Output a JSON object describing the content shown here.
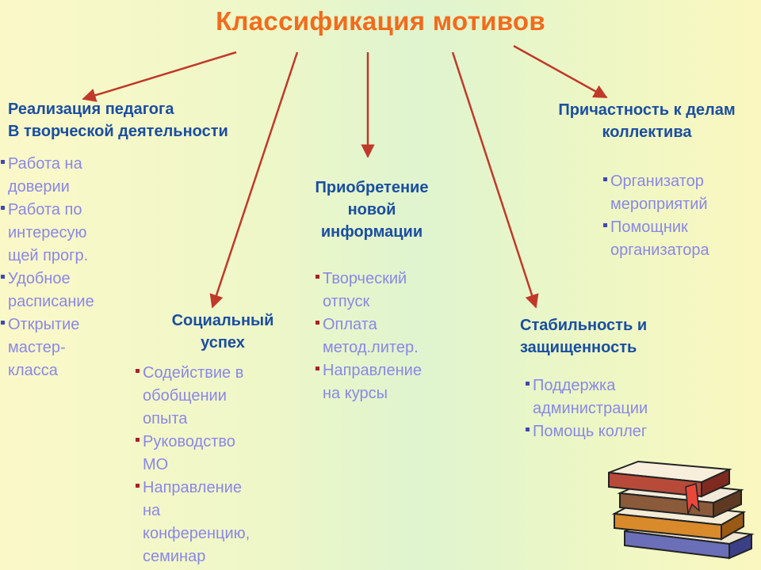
{
  "title": "Классификация мотивов",
  "colors": {
    "title": "#f26b1d",
    "heading": "#1a4ea1",
    "item_text": "#8a87e8",
    "arrow": "#c0392b"
  },
  "branches": [
    {
      "heading": "Реализация педагога\nВ творческой деятельности",
      "items": [
        "Работа на\nдоверии",
        "Работа по\nинтересую\nщей прогр.",
        "Удобное\nрасписание",
        "Открытие\nмастер-\nкласса"
      ]
    },
    {
      "heading": "Социальный\nуспех",
      "items": [
        "Содействие в\nобобщении\nопыта",
        "Руководство\nМО",
        "Направление\nна\nконференцию,\nсеминар"
      ]
    },
    {
      "heading": "Приобретение\nновой\nинформации",
      "items": [
        "Творческий\nотпуск",
        "Оплата\nметод.литер.",
        "Направление\nна курсы"
      ]
    },
    {
      "heading": "Стабильность и\nзащищенность",
      "items": [
        "Поддержка\nадминистрации",
        "Помощь коллег"
      ]
    },
    {
      "heading": "Причастность к делам\nколлектива",
      "items": [
        "Организатор\nмероприятий",
        "Помощник\nорганизатора"
      ]
    }
  ],
  "decoration": {
    "image": "stack-of-books"
  }
}
